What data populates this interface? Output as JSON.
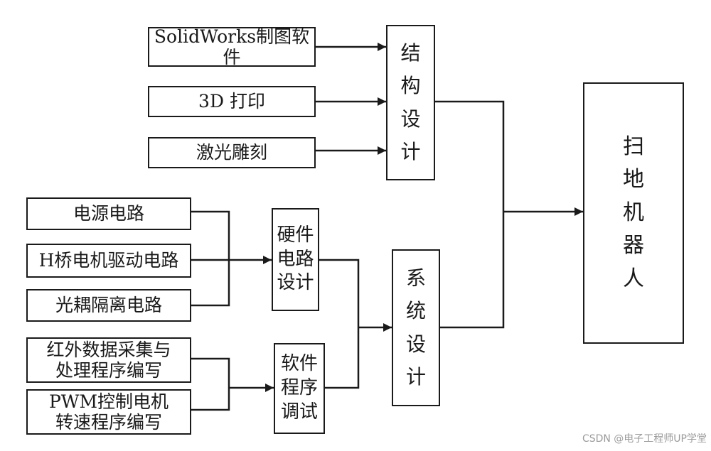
{
  "blocks": {
    "solidworks": "SolidWorks制图软件",
    "printing_3d": "3D 打印",
    "laser_engraving": "激光雕刻",
    "structure_design": "结\n构\n设\n计",
    "power_circuit": "电源电路",
    "h_bridge": "H桥电机驱动电路",
    "optocoupler": "光耦隔离电路",
    "hardware_design": "硬件\n电路\n设计",
    "infrared_program": "红外数据采集与\n处理程序编写",
    "pwm_program": "PWM控制电机\n转速程序编写",
    "software_debug": "软件\n程序\n调试",
    "system_design": "系\n统\n设\n计",
    "robot": "扫\n地\n机\n器\n人"
  },
  "watermark": "CSDN @电子工程师UP学堂",
  "colors": {
    "line": "#1a1a1a",
    "watermark": "#9a9a9a"
  }
}
